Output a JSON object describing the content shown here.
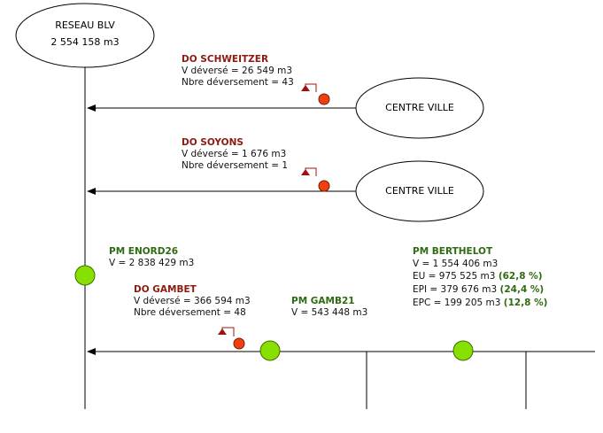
{
  "source": {
    "name": "RESEAU BLV",
    "volume": "2 554 158 m3"
  },
  "inflows": [
    {
      "node": "CENTRE VILLE",
      "do_name": "DO SCHWEITZER",
      "v_label": "V déversé = 26 549 m3",
      "n_label": "Nbre déversement = 43"
    },
    {
      "node": "CENTRE VILLE",
      "do_name": "DO SOYONS",
      "v_label": "V déversé = 1 676 m3",
      "n_label": "Nbre déversement = 1"
    }
  ],
  "pm_enord": {
    "name": "PM ENORD26",
    "volume": "V = 2 838 429 m3"
  },
  "do_gambet": {
    "name": "DO GAMBET",
    "v_label": "V déversé = 366 594 m3",
    "n_label": "Nbre déversement = 48"
  },
  "pm_gamb21": {
    "name": "PM GAMB21",
    "volume": "V = 543 448 m3"
  },
  "pm_berthelot": {
    "name": "PM BERTHELOT",
    "volume": "V = 1 554 406 m3",
    "eu": "EU = 975 525 m3",
    "eu_pct": "(62,8 %)",
    "epi": "EPI = 379 676 m3",
    "epi_pct": "(24,4 %)",
    "epc": "EPC = 199 205 m3",
    "epc_pct": "(12,8 %)"
  },
  "colors": {
    "measure_point": "#88e000",
    "overflow_point": "#f04010",
    "alarm_flag": "#a01010",
    "line": "#000000"
  }
}
